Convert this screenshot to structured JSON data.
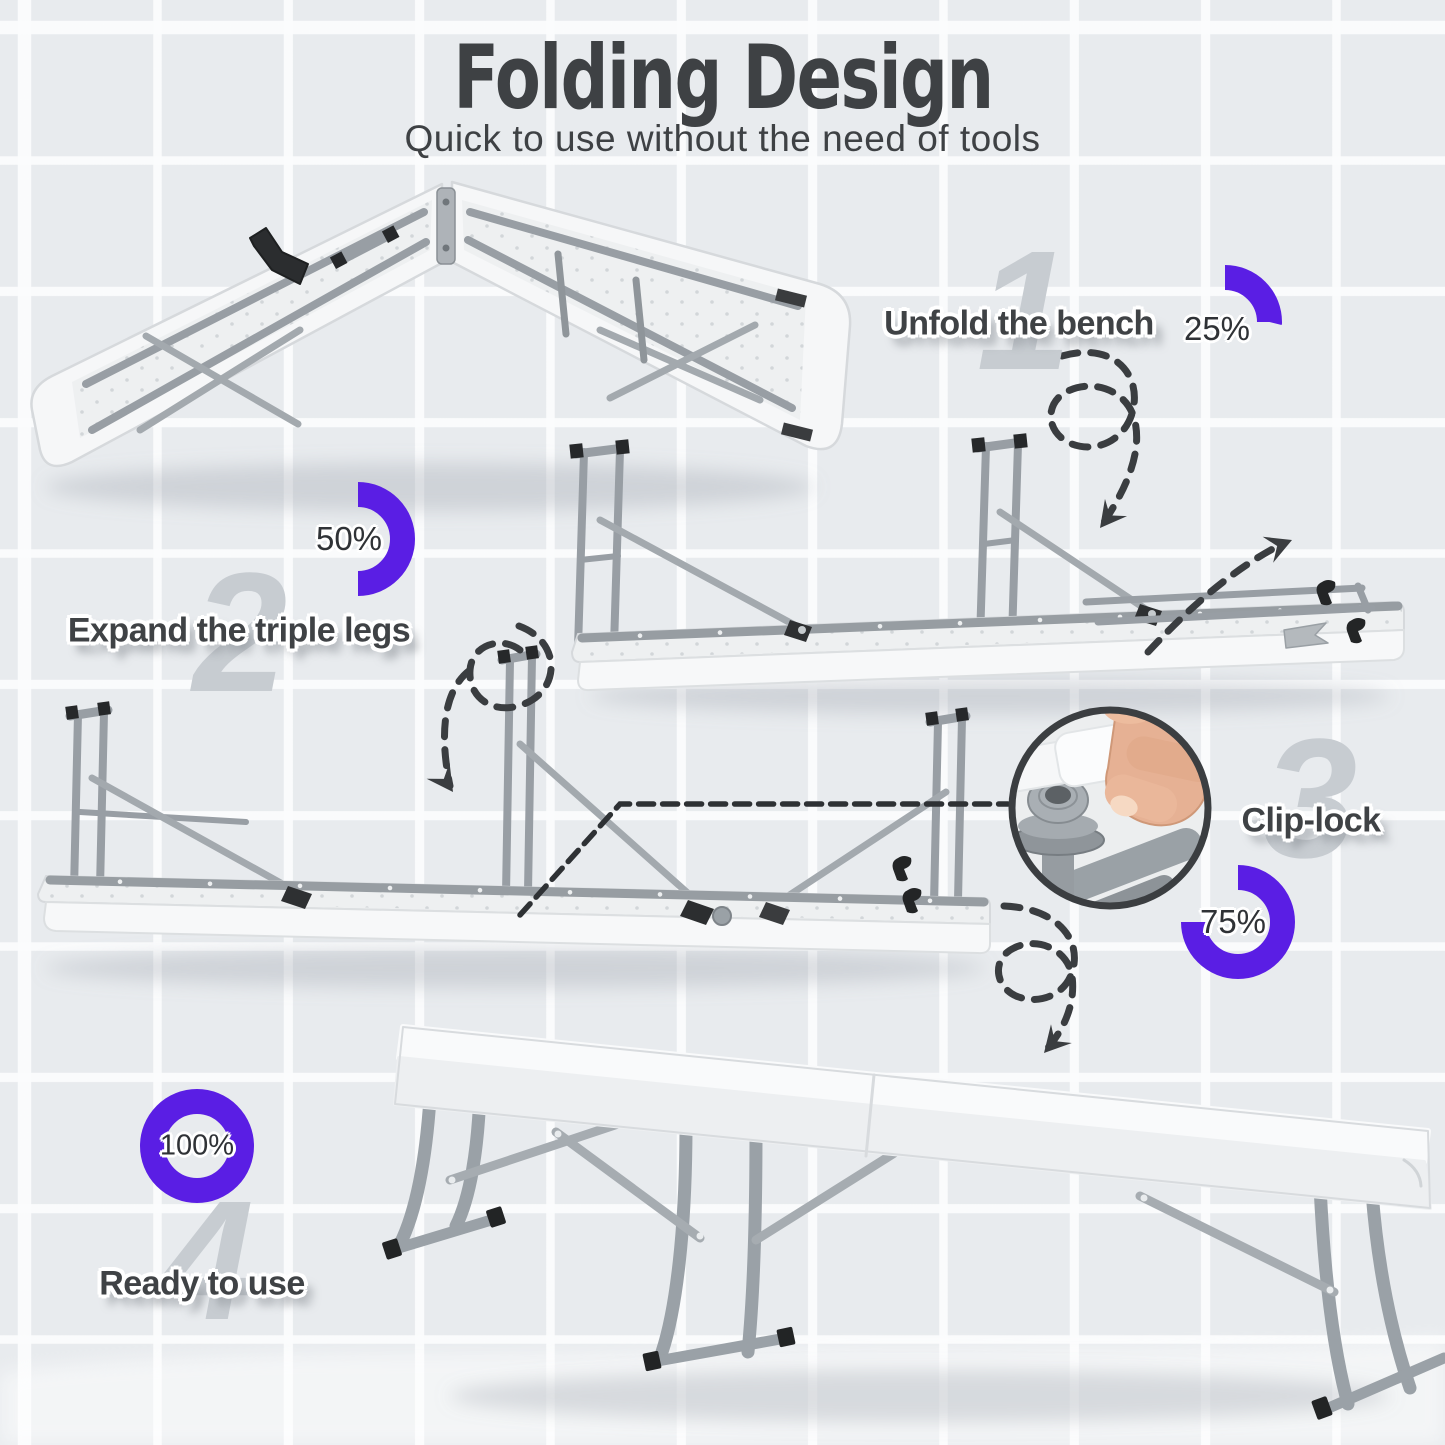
{
  "header": {
    "title": "Folding Design",
    "subtitle": "Quick to use without the need of tools"
  },
  "steps": [
    {
      "num": "1",
      "label": "Unfold the bench",
      "percent": "25%",
      "percent_value": 25
    },
    {
      "num": "2",
      "label": "Expand the triple legs",
      "percent": "50%",
      "percent_value": 50
    },
    {
      "num": "3",
      "label": "Clip-lock",
      "percent": "75%",
      "percent_value": 75
    },
    {
      "num": "4",
      "label": "Ready to use",
      "percent": "100%",
      "percent_value": 100
    }
  ],
  "colors": {
    "accent_purple": "#5a1ee4",
    "text_dark": "#3f4245",
    "step_number_gray": "#c7ccd1",
    "arrow_dark": "#3a3d40",
    "tile_background": "#e8ebee",
    "tile_grout": "#fbfcfd",
    "bench_white": "#f6f7f8",
    "metal_gray": "#9aa1a7"
  }
}
